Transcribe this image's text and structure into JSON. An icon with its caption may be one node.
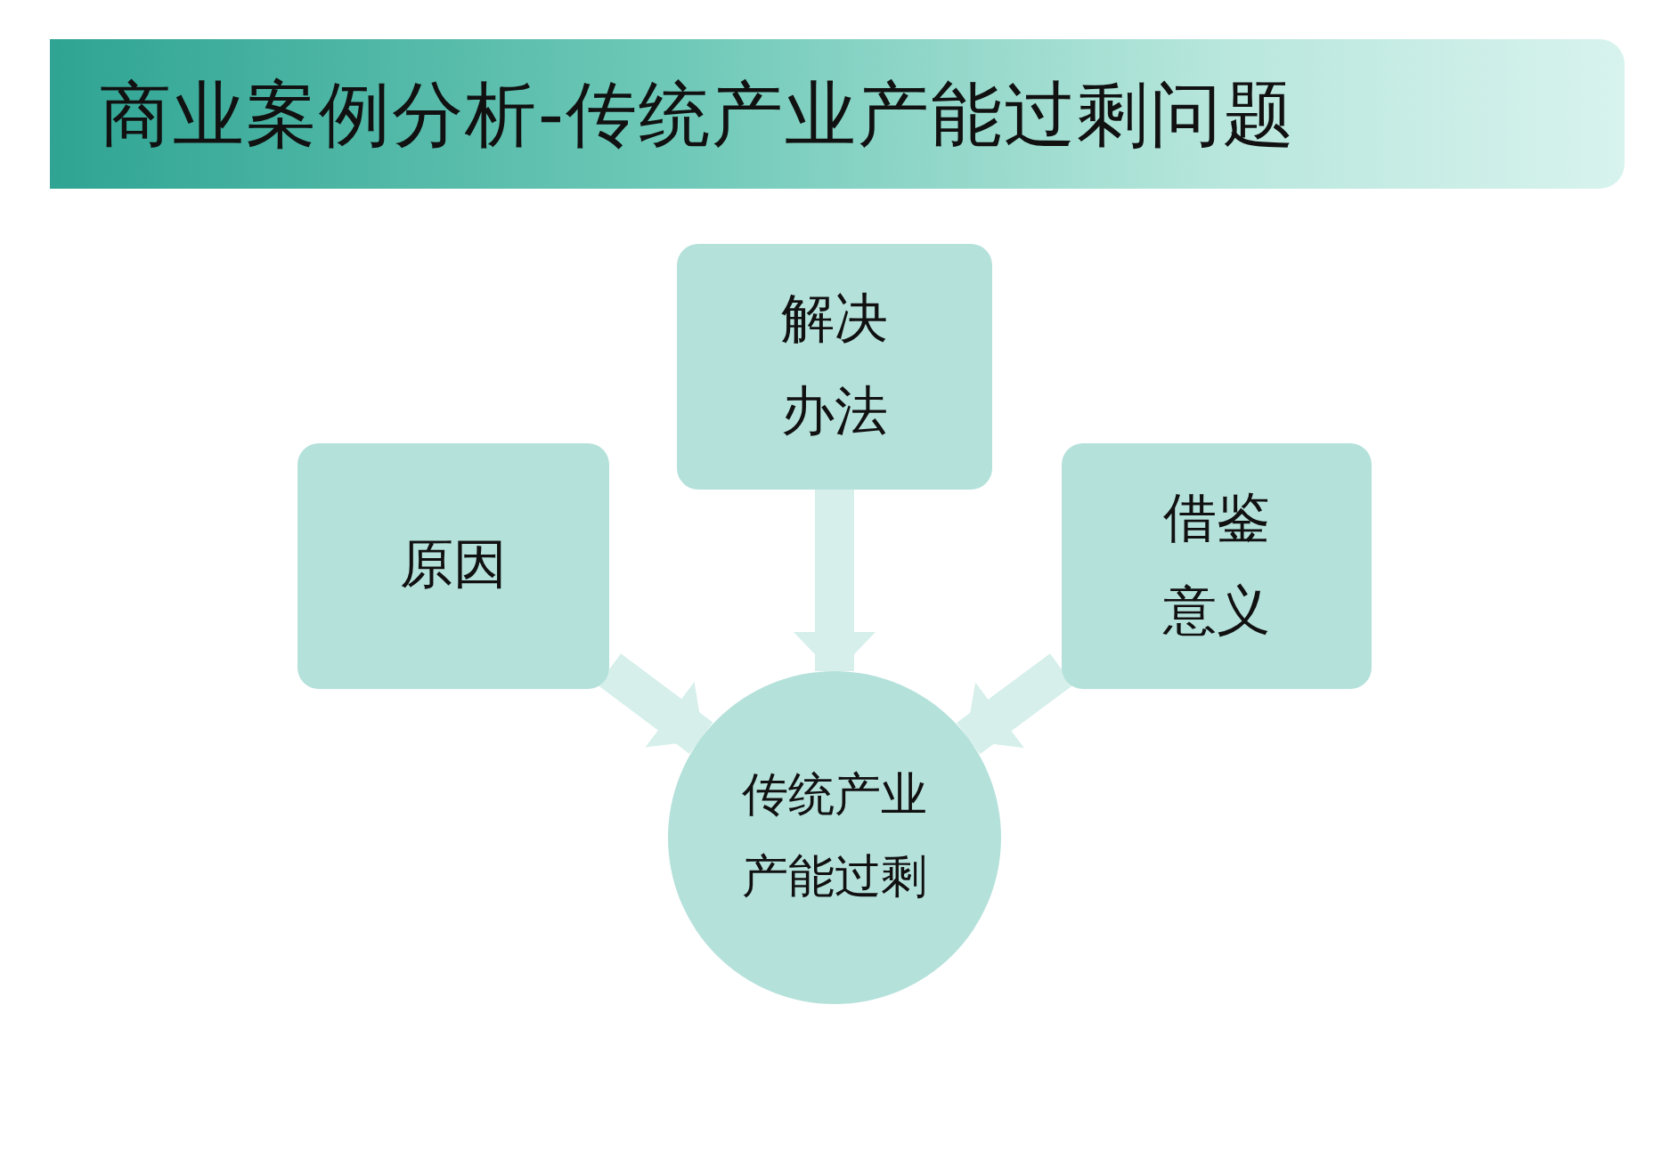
{
  "diagram": {
    "title": "商业案例分析-传统产业产能过剩问题",
    "nodes": [
      {
        "text": [
          "原因"
        ]
      },
      {
        "text": [
          "解决办法"
        ]
      },
      {
        "text": [
          "借鉴意义"
        ]
      },
      {
        "text": [
          "传统产业产能过剩"
        ]
      }
    ],
    "edges": [
      {
        "from": 0,
        "to": 3,
        "arrow": "to"
      },
      {
        "from": 1,
        "to": 3,
        "arrow": "to"
      },
      {
        "from": 2,
        "to": 3,
        "arrow": "to"
      }
    ]
  }
}
